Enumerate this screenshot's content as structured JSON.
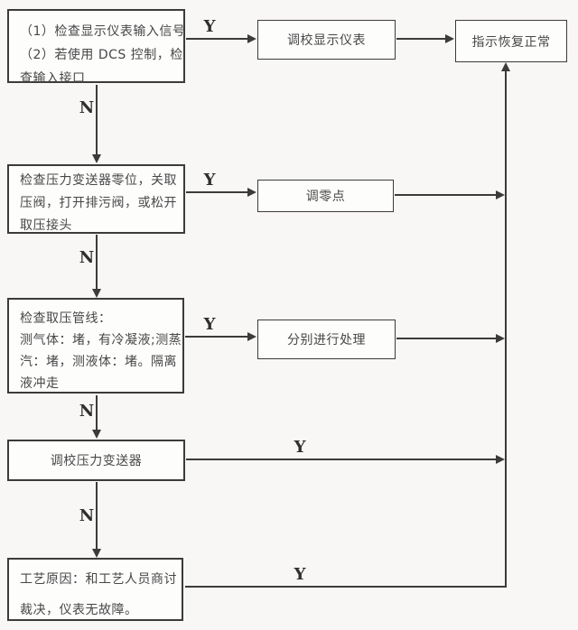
{
  "labels": {
    "yes": "Y",
    "no": "N"
  },
  "nodes": {
    "check_display_input": "（1）检查显示仪表输入信号\n（2）若使用 DCS 控制，检\n查输入接口",
    "calibrate_display": "调校显示仪表",
    "indication_normal": "指示恢复正常",
    "check_transmitter_zero": "检查压力变送器零位，关取\n压阀，打开排污阀，或松开\n取压接头",
    "adjust_zero_point": "调零点",
    "check_pressure_lines": "检查取压管线：\n测气体：堵，有冷凝液;测蒸\n汽：堵，测液体：堵。隔离\n液冲走",
    "handle_separately": "分别进行处理",
    "calibrate_transmitter": "调校压力变送器",
    "process_cause": "工艺原因：和工艺人员商讨\n裁决，仪表无故障。"
  },
  "colors": {
    "line": "#3b3b3b",
    "text": "#474747",
    "background": "#f8f7f5",
    "box_fill": "#fdfdfc"
  }
}
